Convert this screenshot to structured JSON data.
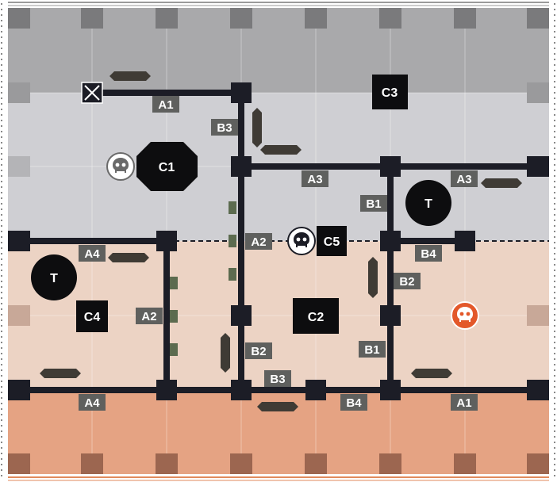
{
  "palette": {
    "zone_top": "#a9a9ab",
    "zone_grey": "#cfcfd3",
    "zone_peach": "#ecd3c4",
    "zone_orange": "#e5a383",
    "wall": "#1c1d26",
    "label_bg": "#5f605e",
    "label_text": "#ffffff",
    "cover": "#3f3b35",
    "door": "#5c6b4f",
    "enemy_orange": "#e3582a",
    "enemy_white": "#ffffff",
    "edge_top": "#7a7a7c",
    "edge_bottom": "#e08a5c"
  },
  "labels": {
    "a1_top": "A1",
    "b3_top": "B3",
    "a3_mid": "A3",
    "a3_right": "A3",
    "b1_mid": "B1",
    "a2_mid": "A2",
    "a4_left": "A4",
    "b4_mid": "B4",
    "b2_right": "B2",
    "a2_left": "A2",
    "b2_mid": "B2",
    "b1_low": "B1",
    "b3_low": "B3",
    "a4_bottom": "A4",
    "b4_bottom": "B4",
    "a1_bottom": "A1"
  },
  "objectives": {
    "c1": "C1",
    "c2": "C2",
    "c3": "C3",
    "c4": "C4",
    "c5": "C5",
    "t_left": "T",
    "t_right": "T"
  },
  "icons": {
    "enemy": "skull-icon",
    "entry": "x-marker-icon"
  }
}
